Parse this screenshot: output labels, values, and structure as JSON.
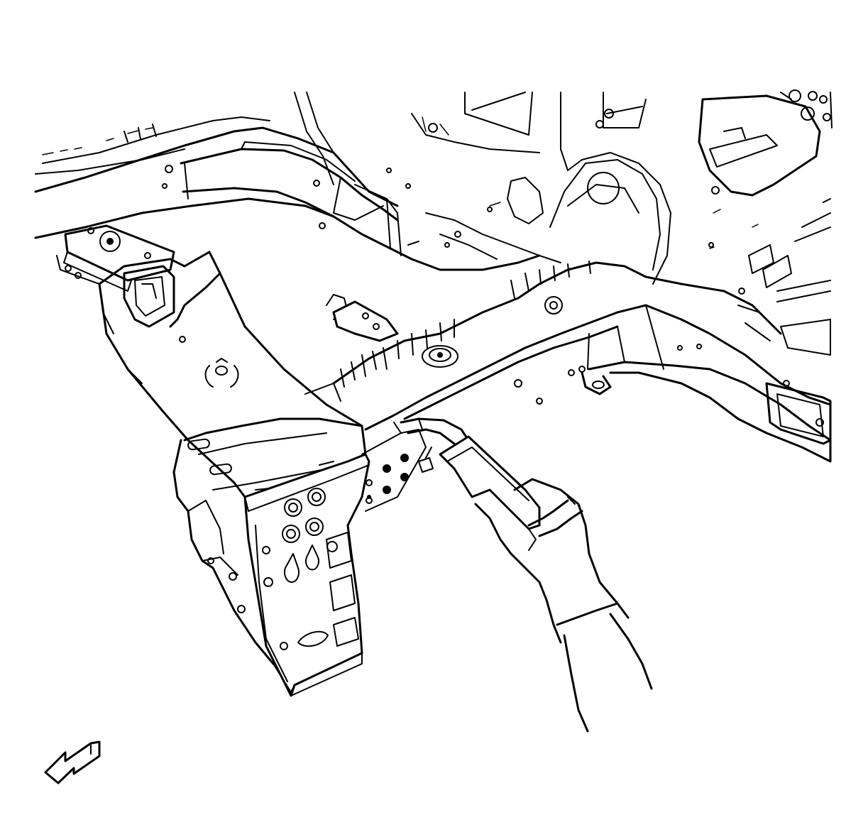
{
  "figure": {
    "elements": [
      "background-body-structure",
      "left-frame-rail",
      "right-frame-rail",
      "front-crossmember",
      "front-bracket",
      "suspension-mount",
      "sealant-applicator-tool",
      "gloved-hand",
      "direction-arrow"
    ],
    "colors": {
      "line": "#000000",
      "background": "#ffffff"
    },
    "icons": {
      "direction": "front-direction-arrow-icon"
    }
  }
}
